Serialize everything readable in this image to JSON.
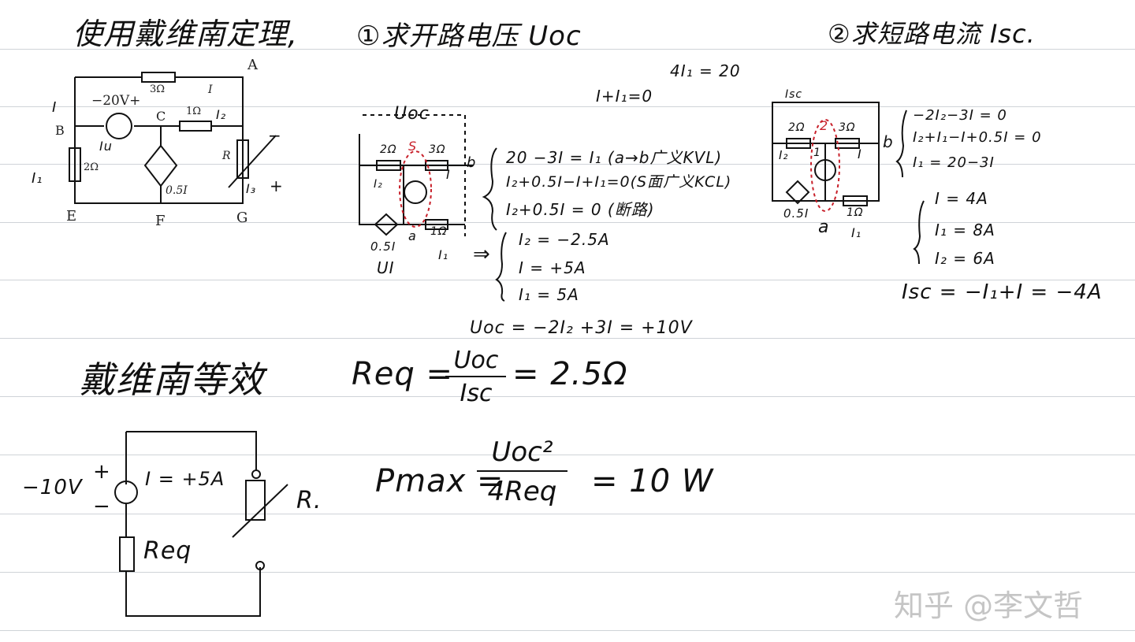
{
  "section_titles": {
    "main": "使用戴维南定理,",
    "step1": "①求开路电压 Uoc",
    "step2": "②求短路电流 Isc.",
    "step3": "戴维南等效"
  },
  "circuit1": {
    "node_A": "A",
    "node_B": "B",
    "node_C": "C",
    "node_E": "E",
    "node_F": "F",
    "node_G": "G",
    "r_3ohm": "3Ω",
    "r_1ohm": "1Ω",
    "r_2ohm": "2Ω",
    "source": "−20V+",
    "ccs": "0.5I",
    "r_var": "R",
    "cur_I": "I",
    "cur_I_left": "I",
    "cur_I1": "I₁",
    "cur_I2": "I₂",
    "cur_I3": "I₃",
    "u_label": "Iu",
    "plus": "+",
    "minus": "−"
  },
  "step1": {
    "top_eq1": "4I₁ = 20",
    "top_eq2": "I+I₁=0",
    "circuit_label_uoc": "Uoc",
    "label_2ohm": "2Ω",
    "label_3ohm": "3Ω",
    "label_1ohm": "1Ω",
    "label_05I": "0.5I",
    "label_a": "a",
    "label_b": "b",
    "label_S": "S",
    "label_I": "I",
    "label_I2": "I₂",
    "label_I1": "I₁",
    "label_UI": "UI",
    "eqs": [
      "20 −3I = I₁ (a→b广义KVL)",
      "I₂+0.5I−I+I₁=0(S面广义KCL)",
      "I₂+0.5I = 0 (断路)"
    ],
    "results": [
      "I₂ = −2.5A",
      "I = +5A",
      "I₁ = 5A"
    ],
    "uoc": "Uoc = −2I₂ +3I = +10V"
  },
  "step2": {
    "label_isc": "Isc",
    "label_2ohm": "2Ω",
    "label_3ohm": "3Ω",
    "label_1ohm": "1Ω",
    "label_2": "2",
    "label_1": "1",
    "label_b": "b",
    "label_a": "a",
    "label_I2": "I₂",
    "label_I": "I",
    "label_I1": "I₁",
    "label_05I": "0.5I",
    "eqs": [
      "−2I₂−3I = 0",
      "I₂+I₁−I+0.5I = 0",
      "I₁ = 20−3I"
    ],
    "results": [
      "I = 4A",
      "I₁ = 8A",
      "I₂ = 6A"
    ],
    "isc": "Isc = −I₁+I = −4A"
  },
  "step3": {
    "req_lhs": "Req =",
    "req_num": "Uoc",
    "req_den": "Isc",
    "req_rhs": "= 2.5Ω",
    "pmax_lhs": "Pmax =",
    "pmax_num": "Uoc²",
    "pmax_den": "4Req",
    "pmax_rhs": "= 10 W",
    "source_value": "10V",
    "current": "I = +5A",
    "req_label": "Req",
    "r_label": "R.",
    "plus": "+",
    "minus": "−"
  },
  "watermark": "知乎 @李文哲"
}
